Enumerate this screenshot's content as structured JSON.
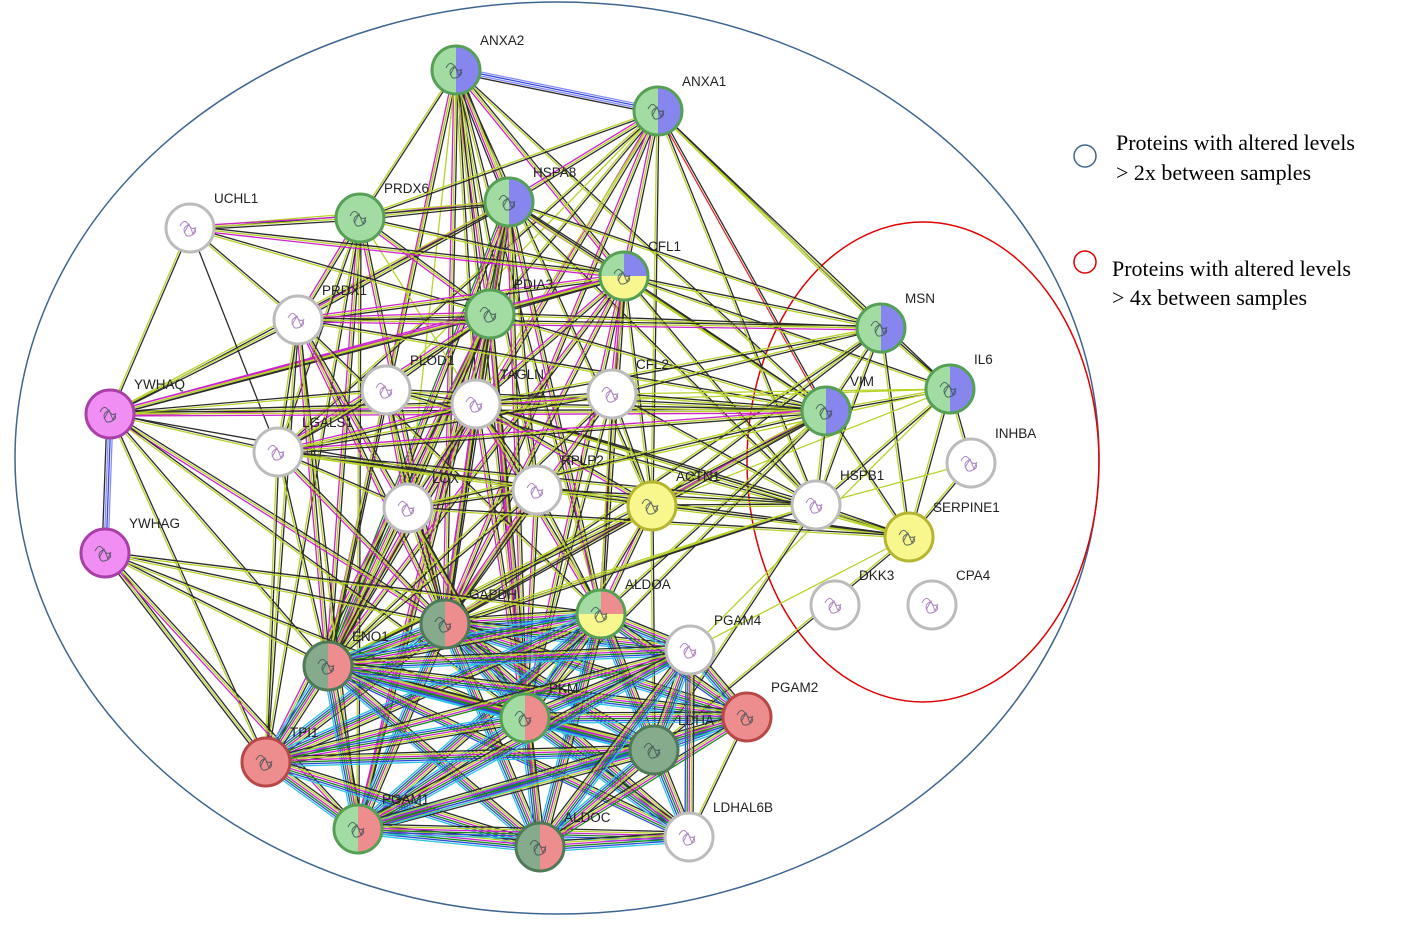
{
  "legend": {
    "blue_line1": "Proteins with altered levels",
    "blue_line2": "> 2x between samples",
    "red_line1": "Proteins with altered levels",
    "red_line2": "> 4x between samples",
    "blue_color": "#3d6590",
    "red_color": "#e00000"
  },
  "colors": {
    "green": "#a2dca2",
    "green_border": "#56a056",
    "blue": "#8686ee",
    "blue_border": "#4242c0",
    "yellow": "#f8f78e",
    "yellow_border": "#b5b530",
    "red": "#ee8d8d",
    "red_border": "#b84848",
    "darkgreen": "#85ab8c",
    "darkgreen_border": "#4e7a58",
    "pink": "#f18ef3",
    "pink_border": "#a840a8",
    "white": "#ffffff",
    "white_border": "#bcbcbc"
  },
  "nodes": [
    {
      "id": "ANXA2",
      "label": "ANXA2",
      "colors": [
        "green",
        "blue"
      ],
      "icon": "protein-structure-icon"
    },
    {
      "id": "ANXA1",
      "label": "ANXA1",
      "colors": [
        "green",
        "blue"
      ],
      "icon": "protein-structure-icon"
    },
    {
      "id": "HSPA8",
      "label": "HSPA8",
      "colors": [
        "green",
        "blue"
      ],
      "icon": "protein-structure-icon"
    },
    {
      "id": "PRDX6",
      "label": "PRDX6",
      "colors": [
        "green"
      ],
      "icon": "protein-structure-icon"
    },
    {
      "id": "UCHL1",
      "label": "UCHL1",
      "colors": [
        "white"
      ],
      "icon": "protein-structure-icon"
    },
    {
      "id": "CFL1",
      "label": "CFL1",
      "colors": [
        "green",
        "blue",
        "yellow"
      ],
      "icon": "protein-structure-icon"
    },
    {
      "id": "PDIA3",
      "label": "PDIA3",
      "colors": [
        "green"
      ],
      "icon": "protein-structure-icon"
    },
    {
      "id": "PRDX1",
      "label": "PRDX1",
      "colors": [
        "white"
      ],
      "icon": "protein-structure-icon"
    },
    {
      "id": "MSN",
      "label": "MSN",
      "colors": [
        "green",
        "blue"
      ],
      "icon": "protein-structure-icon"
    },
    {
      "id": "IL6",
      "label": "IL6",
      "colors": [
        "green",
        "blue"
      ],
      "icon": "protein-structure-icon"
    },
    {
      "id": "YWHAQ",
      "label": "YWHAQ",
      "colors": [
        "pink"
      ],
      "icon": "protein-structure-icon"
    },
    {
      "id": "PLOD1",
      "label": "PLOD1",
      "colors": [
        "white"
      ],
      "icon": "protein-structure-icon"
    },
    {
      "id": "TAGLN",
      "label": "TAGLN",
      "colors": [
        "white"
      ],
      "icon": "protein-structure-icon"
    },
    {
      "id": "CFL2",
      "label": "CFL2",
      "colors": [
        "white"
      ],
      "icon": "protein-structure-icon"
    },
    {
      "id": "VIM",
      "label": "VIM",
      "colors": [
        "green",
        "blue"
      ],
      "icon": "protein-structure-icon"
    },
    {
      "id": "LGALS1",
      "label": "LGALS1",
      "colors": [
        "white"
      ],
      "icon": "protein-structure-icon"
    },
    {
      "id": "INHBA",
      "label": "INHBA",
      "colors": [
        "white"
      ],
      "icon": "protein-structure-icon"
    },
    {
      "id": "RPLP2",
      "label": "RPLP2",
      "colors": [
        "white"
      ],
      "icon": "protein-structure-icon"
    },
    {
      "id": "ACTN1",
      "label": "ACTN1",
      "colors": [
        "yellow"
      ],
      "icon": "protein-structure-icon"
    },
    {
      "id": "LOX",
      "label": "LOX",
      "colors": [
        "white"
      ],
      "icon": "protein-structure-icon"
    },
    {
      "id": "HSPB1",
      "label": "HSPB1",
      "colors": [
        "white"
      ],
      "icon": "protein-structure-icon"
    },
    {
      "id": "SERPINE1",
      "label": "SERPINE1",
      "colors": [
        "yellow"
      ],
      "icon": "protein-structure-icon"
    },
    {
      "id": "YWHAG",
      "label": "YWHAG",
      "colors": [
        "pink"
      ],
      "icon": "protein-structure-icon"
    },
    {
      "id": "DKK3",
      "label": "DKK3",
      "colors": [
        "white"
      ],
      "icon": "protein-structure-icon"
    },
    {
      "id": "CPA4",
      "label": "CPA4",
      "colors": [
        "white"
      ],
      "icon": "protein-structure-icon"
    },
    {
      "id": "GAPDH",
      "label": "GAPDH",
      "colors": [
        "darkgreen",
        "red"
      ],
      "icon": "protein-structure-icon"
    },
    {
      "id": "ALDOA",
      "label": "ALDOA",
      "colors": [
        "green",
        "red",
        "yellow"
      ],
      "icon": "protein-structure-icon"
    },
    {
      "id": "PGAM4",
      "label": "PGAM4",
      "colors": [
        "white"
      ],
      "icon": "protein-structure-icon"
    },
    {
      "id": "ENO1",
      "label": "ENO1",
      "colors": [
        "darkgreen",
        "red"
      ],
      "icon": "protein-structure-icon"
    },
    {
      "id": "PGAM2",
      "label": "PGAM2",
      "colors": [
        "red"
      ],
      "icon": "protein-structure-icon"
    },
    {
      "id": "PKM",
      "label": "PKM",
      "colors": [
        "green",
        "red"
      ],
      "icon": "protein-structure-icon"
    },
    {
      "id": "TPI1",
      "label": "TPI1",
      "colors": [
        "red"
      ],
      "icon": "protein-structure-icon"
    },
    {
      "id": "LDHA",
      "label": "LDHA",
      "colors": [
        "darkgreen"
      ],
      "icon": "protein-structure-icon"
    },
    {
      "id": "LDHAL6B",
      "label": "LDHAL6B",
      "colors": [
        "white"
      ],
      "icon": "protein-structure-icon"
    },
    {
      "id": "PGAM1",
      "label": "PGAM1",
      "colors": [
        "green",
        "red"
      ],
      "icon": "protein-structure-icon"
    },
    {
      "id": "ALDOC",
      "label": "ALDOC",
      "colors": [
        "darkgreen",
        "red"
      ],
      "icon": "protein-structure-icon"
    }
  ]
}
